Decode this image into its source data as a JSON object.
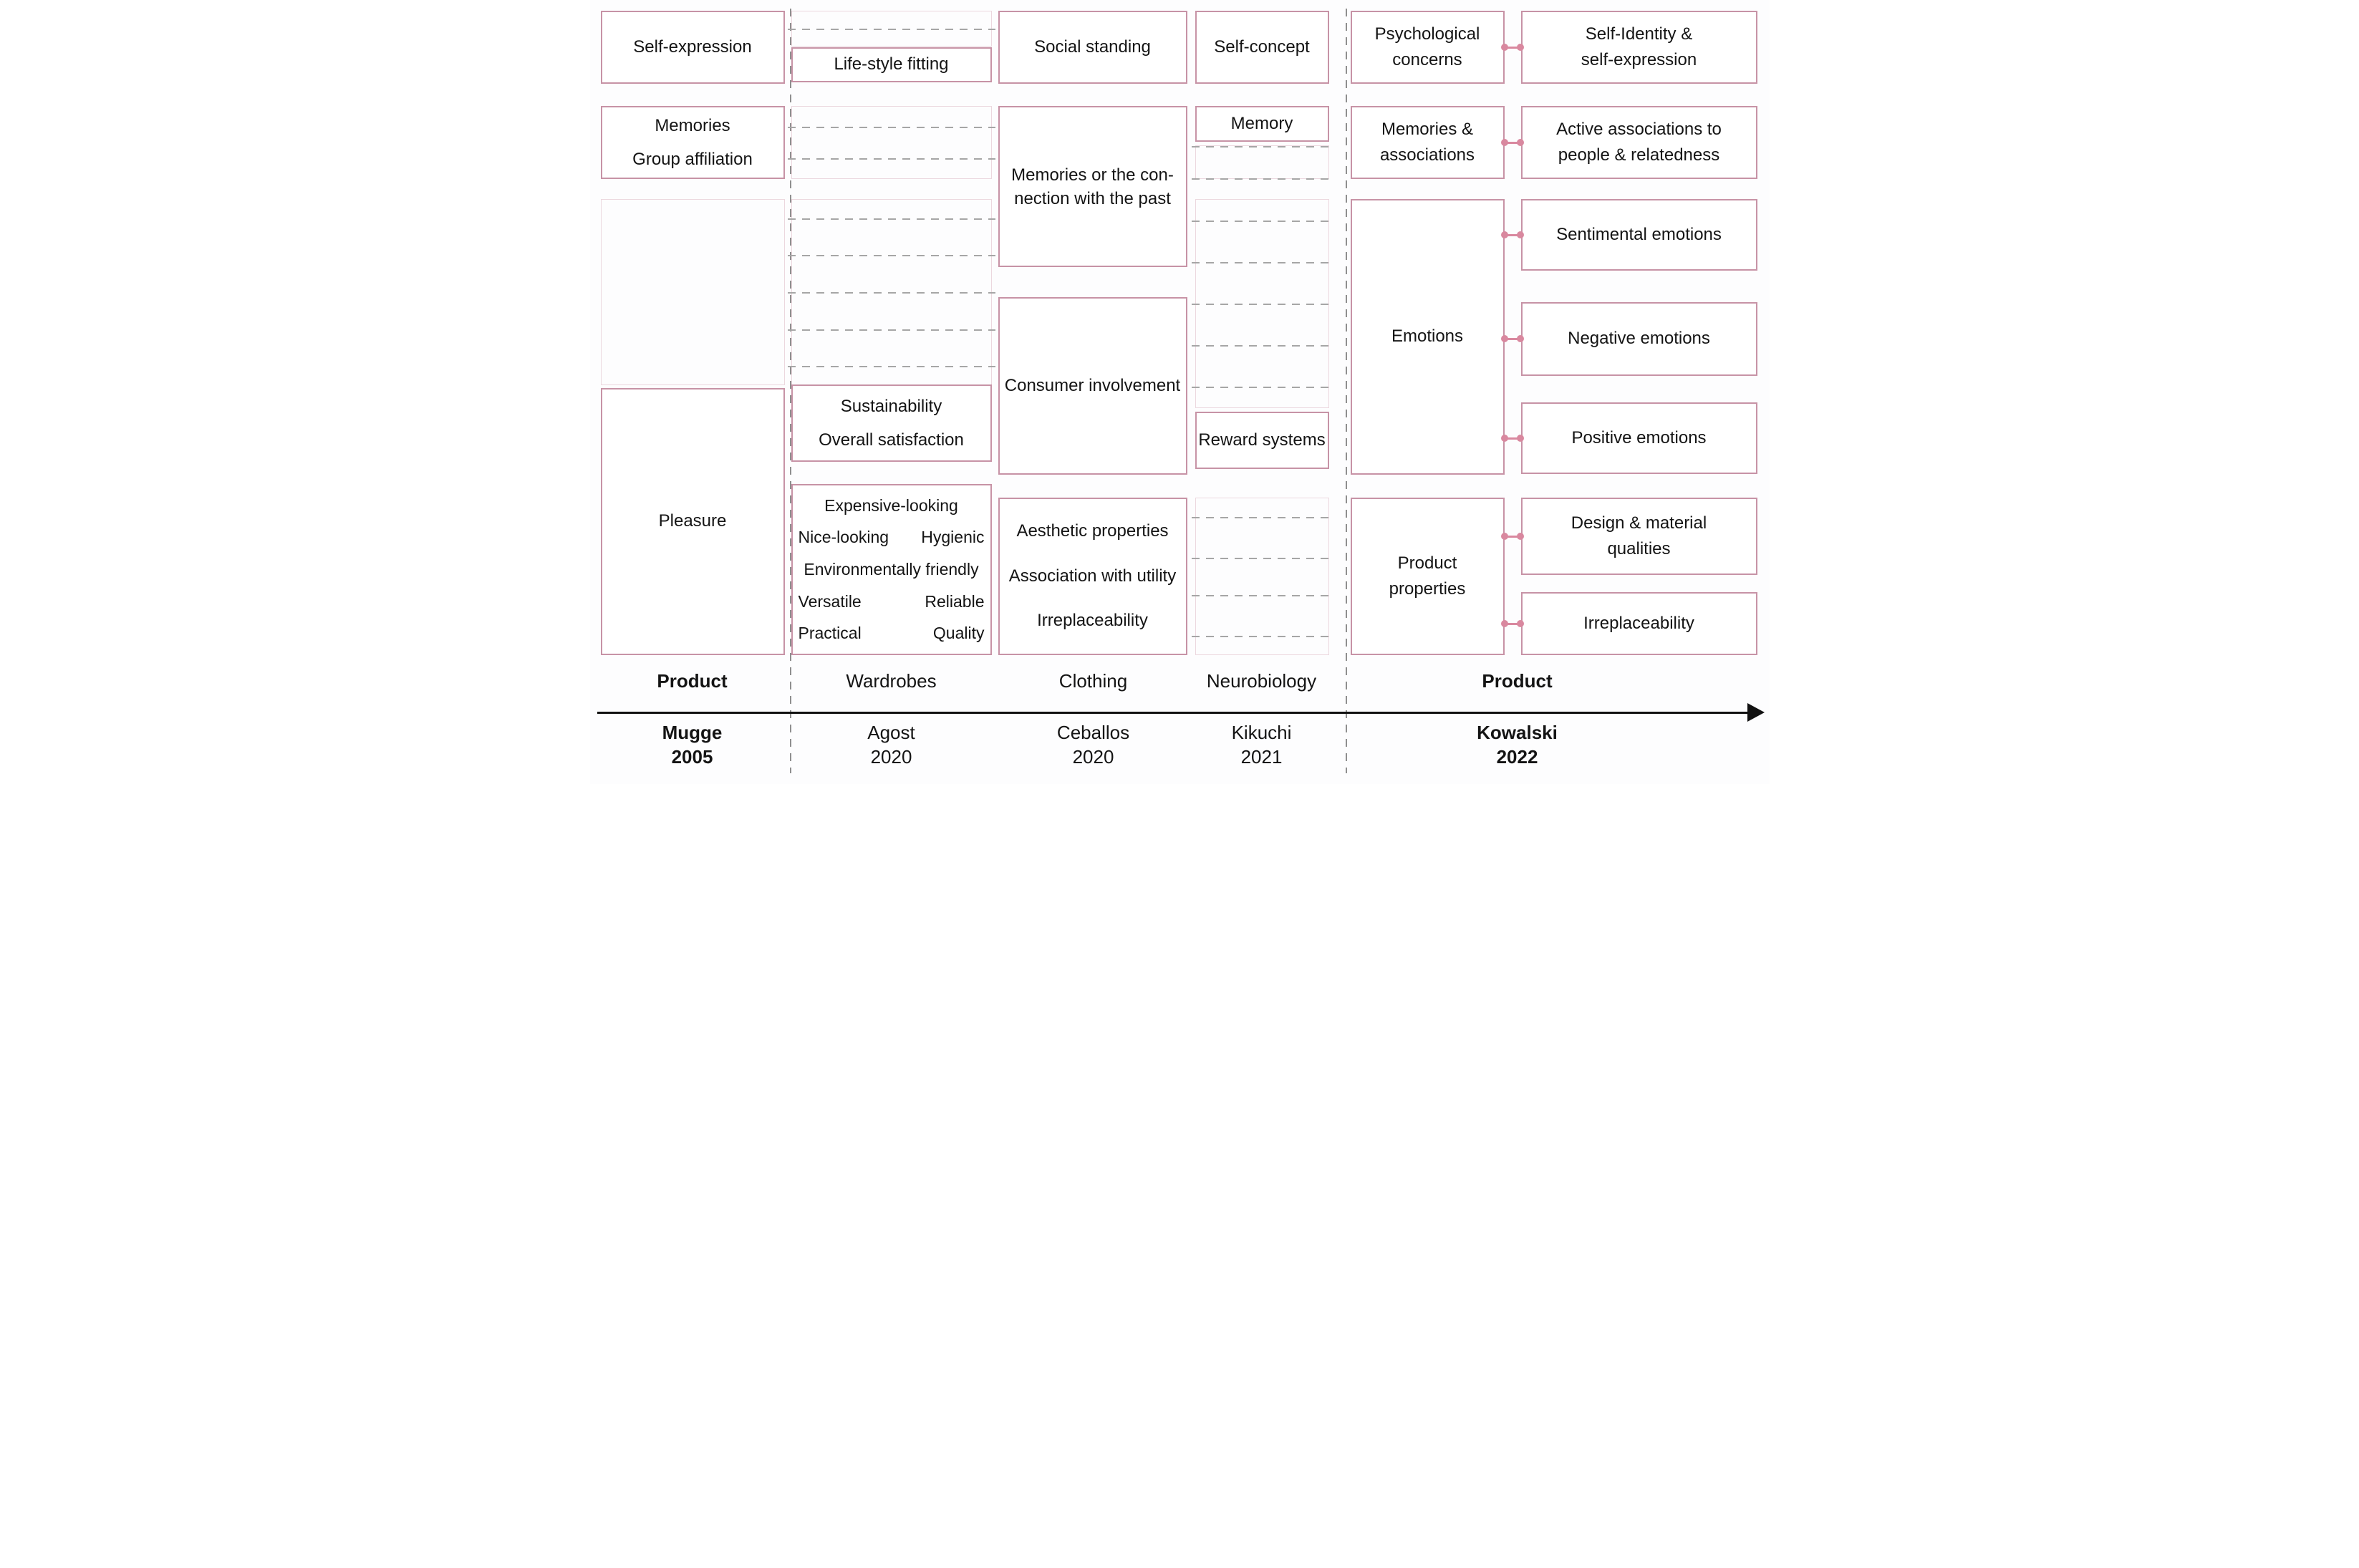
{
  "figure_type": "timeline-comparison-diagram",
  "boxes": {
    "self_expression": "Self-expression",
    "memories_group": {
      "line1": "Memories",
      "line2": "Group affiliation"
    },
    "pleasure": "Pleasure",
    "lifestyle_fitting": "Life-style fitting",
    "sustainability": {
      "line1": "Sustainability",
      "line2": "Overall satisfaction"
    },
    "attributes": {
      "row1": "Expensive-looking",
      "row2_left": "Nice-looking",
      "row2_right": "Hygienic",
      "row3": "Environmentally friendly",
      "row4_left": "Versatile",
      "row4_right": "Reliable",
      "row5_left": "Practical",
      "row5_right": "Quality"
    },
    "social_standing": "Social standing",
    "memories_past": {
      "line1": "Memories or the con-",
      "line2": "nection with the past"
    },
    "consumer_involvement": "Consumer involvement",
    "ceballos_attrs": {
      "line1": "Aesthetic properties",
      "line2": "Association with utility",
      "line3": "Irreplaceability"
    },
    "self_concept": "Self-concept",
    "memory": "Memory",
    "reward_systems": "Reward systems",
    "psychological": {
      "line1": "Psychological",
      "line2": "concerns"
    },
    "memories_associations": {
      "line1": "Memories &",
      "line2": "associations"
    },
    "emotions": "Emotions",
    "product_properties": {
      "line1": "Product",
      "line2": "properties"
    },
    "self_identity": {
      "line1": "Self-Identity &",
      "line2": "self-expression"
    },
    "active_associations": {
      "line1": "Active associations to",
      "line2": "people & relatedness"
    },
    "sentimental_emotions": "Sentimental emotions",
    "negative_emotions": "Negative emotions",
    "positive_emotions": "Positive emotions",
    "design_material": {
      "line1": "Design & material",
      "line2": "qualities"
    },
    "irreplaceability": "Irreplaceability"
  },
  "axis": {
    "domains": [
      "Product",
      "Wardrobes",
      "Clothing",
      "Neurobiology",
      "Product"
    ],
    "authors": [
      {
        "name": "Mugge",
        "year": "2005"
      },
      {
        "name": "Agost",
        "year": "2020"
      },
      {
        "name": "Ceballos",
        "year": "2020"
      },
      {
        "name": "Kikuchi",
        "year": "2021"
      },
      {
        "name": "Kowalski",
        "year": "2022"
      }
    ]
  },
  "colors": {
    "accent_border": "#c793a6",
    "ghost_border": "#ecd8df",
    "connector": "#d9889f",
    "gridline": "#a6a6a6",
    "divider": "#8f8f8f",
    "text": "#141414"
  }
}
